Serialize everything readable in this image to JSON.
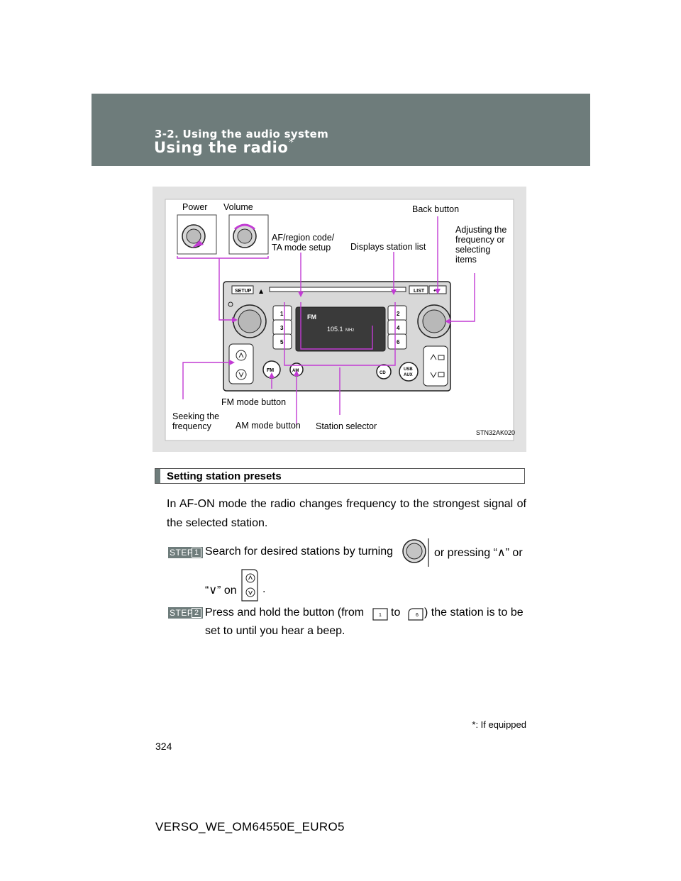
{
  "header": {
    "section": "3-2. Using the audio system",
    "title": "Using the radio",
    "title_mark": "*"
  },
  "figure": {
    "labels": {
      "power": "Power",
      "volume": "Volume",
      "back_button": "Back button",
      "af_line1": "AF/region code/",
      "af_line2": "TA mode setup",
      "displays_station_list": "Displays station list",
      "adjust_line1": "Adjusting the",
      "adjust_line2": "frequency or",
      "adjust_line3": "selecting",
      "adjust_line4": "items",
      "fm_mode_button": "FM mode button",
      "seek_line1": "Seeking the",
      "seek_line2": "frequency",
      "am_mode_button": "AM mode button",
      "station_selector": "Station selector",
      "figure_code": "STN32AK020"
    },
    "panel": {
      "setup": "SETUP",
      "eject": "▲",
      "list": "LIST",
      "back": "↩",
      "fm": "FM",
      "am": "AM",
      "cd": "CD",
      "usb": "USB",
      "aux": "AUX",
      "presets": [
        "1",
        "2",
        "3",
        "4",
        "5",
        "6"
      ],
      "display_band": "FM",
      "display_freq": "105.1",
      "display_unit": "MHz"
    },
    "colors": {
      "callout": "#c23bd4",
      "panel_grey": "#d8d8d8"
    }
  },
  "content": {
    "subheading": "Setting station presets",
    "intro": "In AF-ON mode the radio changes frequency to the strongest signal of the selected station.",
    "step_label": "STEP",
    "step1": {
      "num": "1",
      "part1": "Search for desired stations by turning",
      "part2": "or pressing “",
      "up": "∧",
      "part3": "” or",
      "line2a": "“",
      "down": "∨",
      "line2b": "” on",
      "line2c": "."
    },
    "step2": {
      "num": "2",
      "part1": "Press and hold the button (from",
      "part2": "to",
      "part3": ") the station is to be",
      "line2": "set to until you hear a beep.",
      "btn_from": "1",
      "btn_to": "6"
    }
  },
  "footnote": {
    "mark": "*",
    "text": ": If equipped"
  },
  "page_number": "324",
  "model_code": "VERSO_WE_OM64550E_EURO5"
}
